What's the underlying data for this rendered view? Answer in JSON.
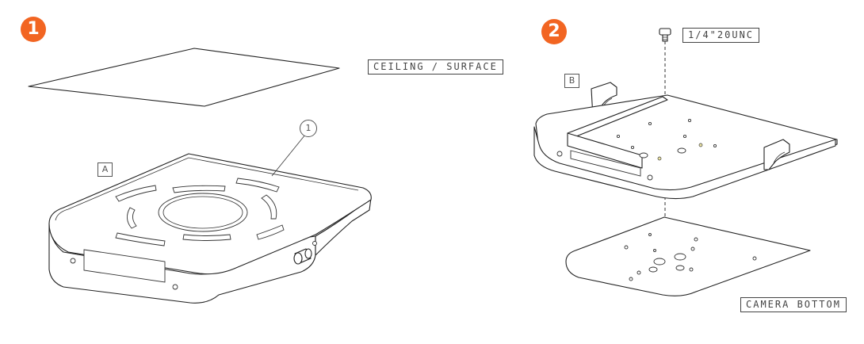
{
  "steps": [
    {
      "number": "1",
      "color": "#f26522"
    },
    {
      "number": "2",
      "color": "#f26522"
    }
  ],
  "labels": {
    "ceiling_surface": "CEILING / SURFACE",
    "screw": "1/4\"20UNC",
    "camera_bottom": "CAMERA BOTTOM",
    "part_a": "A",
    "part_b": "B",
    "callout_1": "1"
  }
}
